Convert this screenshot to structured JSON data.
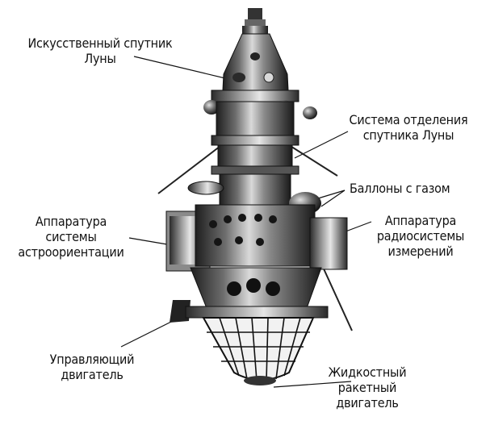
{
  "labels": {
    "lunar_satellite": [
      "Искусственный спутник",
      "Луны"
    ],
    "separation_system": [
      "Система отделения",
      "спутника Луны"
    ],
    "gas_cylinders": [
      "Баллоны с газом"
    ],
    "astro_orientation": [
      "Аппаратура",
      "системы",
      "астроориентации"
    ],
    "radio_measurement": [
      "Аппаратура",
      "радиосистемы",
      "измерений"
    ],
    "control_engine": [
      "Управляющий",
      "двигатель"
    ],
    "liquid_engine": [
      "Жидкостный",
      "ракетный",
      "двигатель"
    ]
  },
  "colors": {
    "ink": "#111111",
    "paper": "#ffffff",
    "metal_dark": "#2a2a2a",
    "metal_mid": "#7a7a7a",
    "metal_light": "#d8d8d8"
  }
}
